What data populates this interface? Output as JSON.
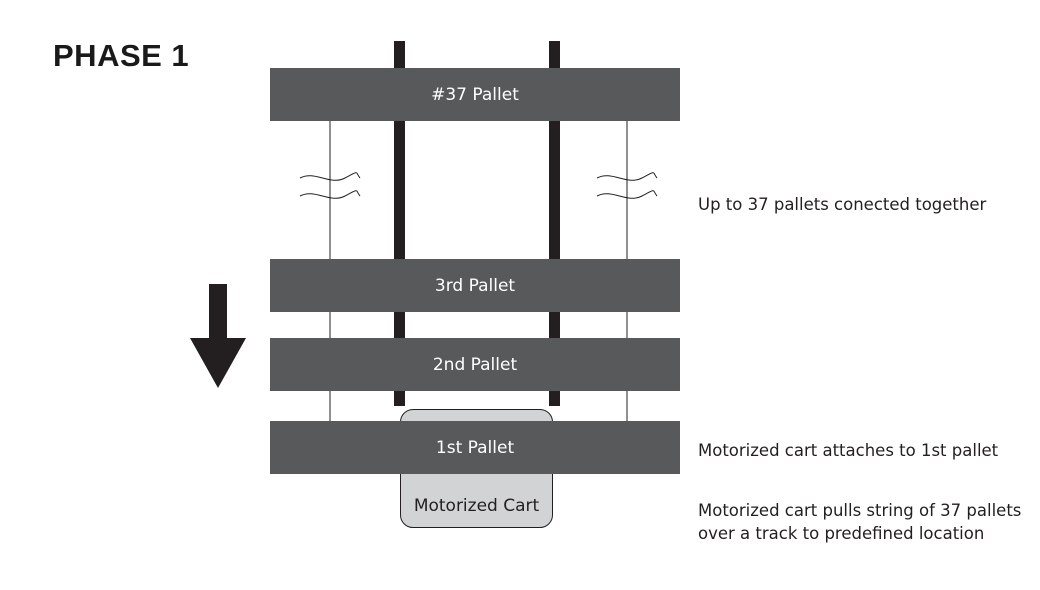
{
  "diagram": {
    "title": "PHASE 1",
    "pallets": {
      "p37": "#37 Pallet",
      "p3": "3rd Pallet",
      "p2": "2nd Pallet",
      "p1": "1st Pallet"
    },
    "cart_label": "Motorized Cart",
    "notes": {
      "connected": "Up to 37 pallets conected together",
      "attaches": "Motorized cart attaches to 1st pallet",
      "pulls_line1": "Motorized cart pulls string of 37 pallets",
      "pulls_line2": "over a track to predefined location"
    },
    "colors": {
      "pallet": "#58595b",
      "rail": "#231f20",
      "cart": "#d1d3d4"
    }
  }
}
